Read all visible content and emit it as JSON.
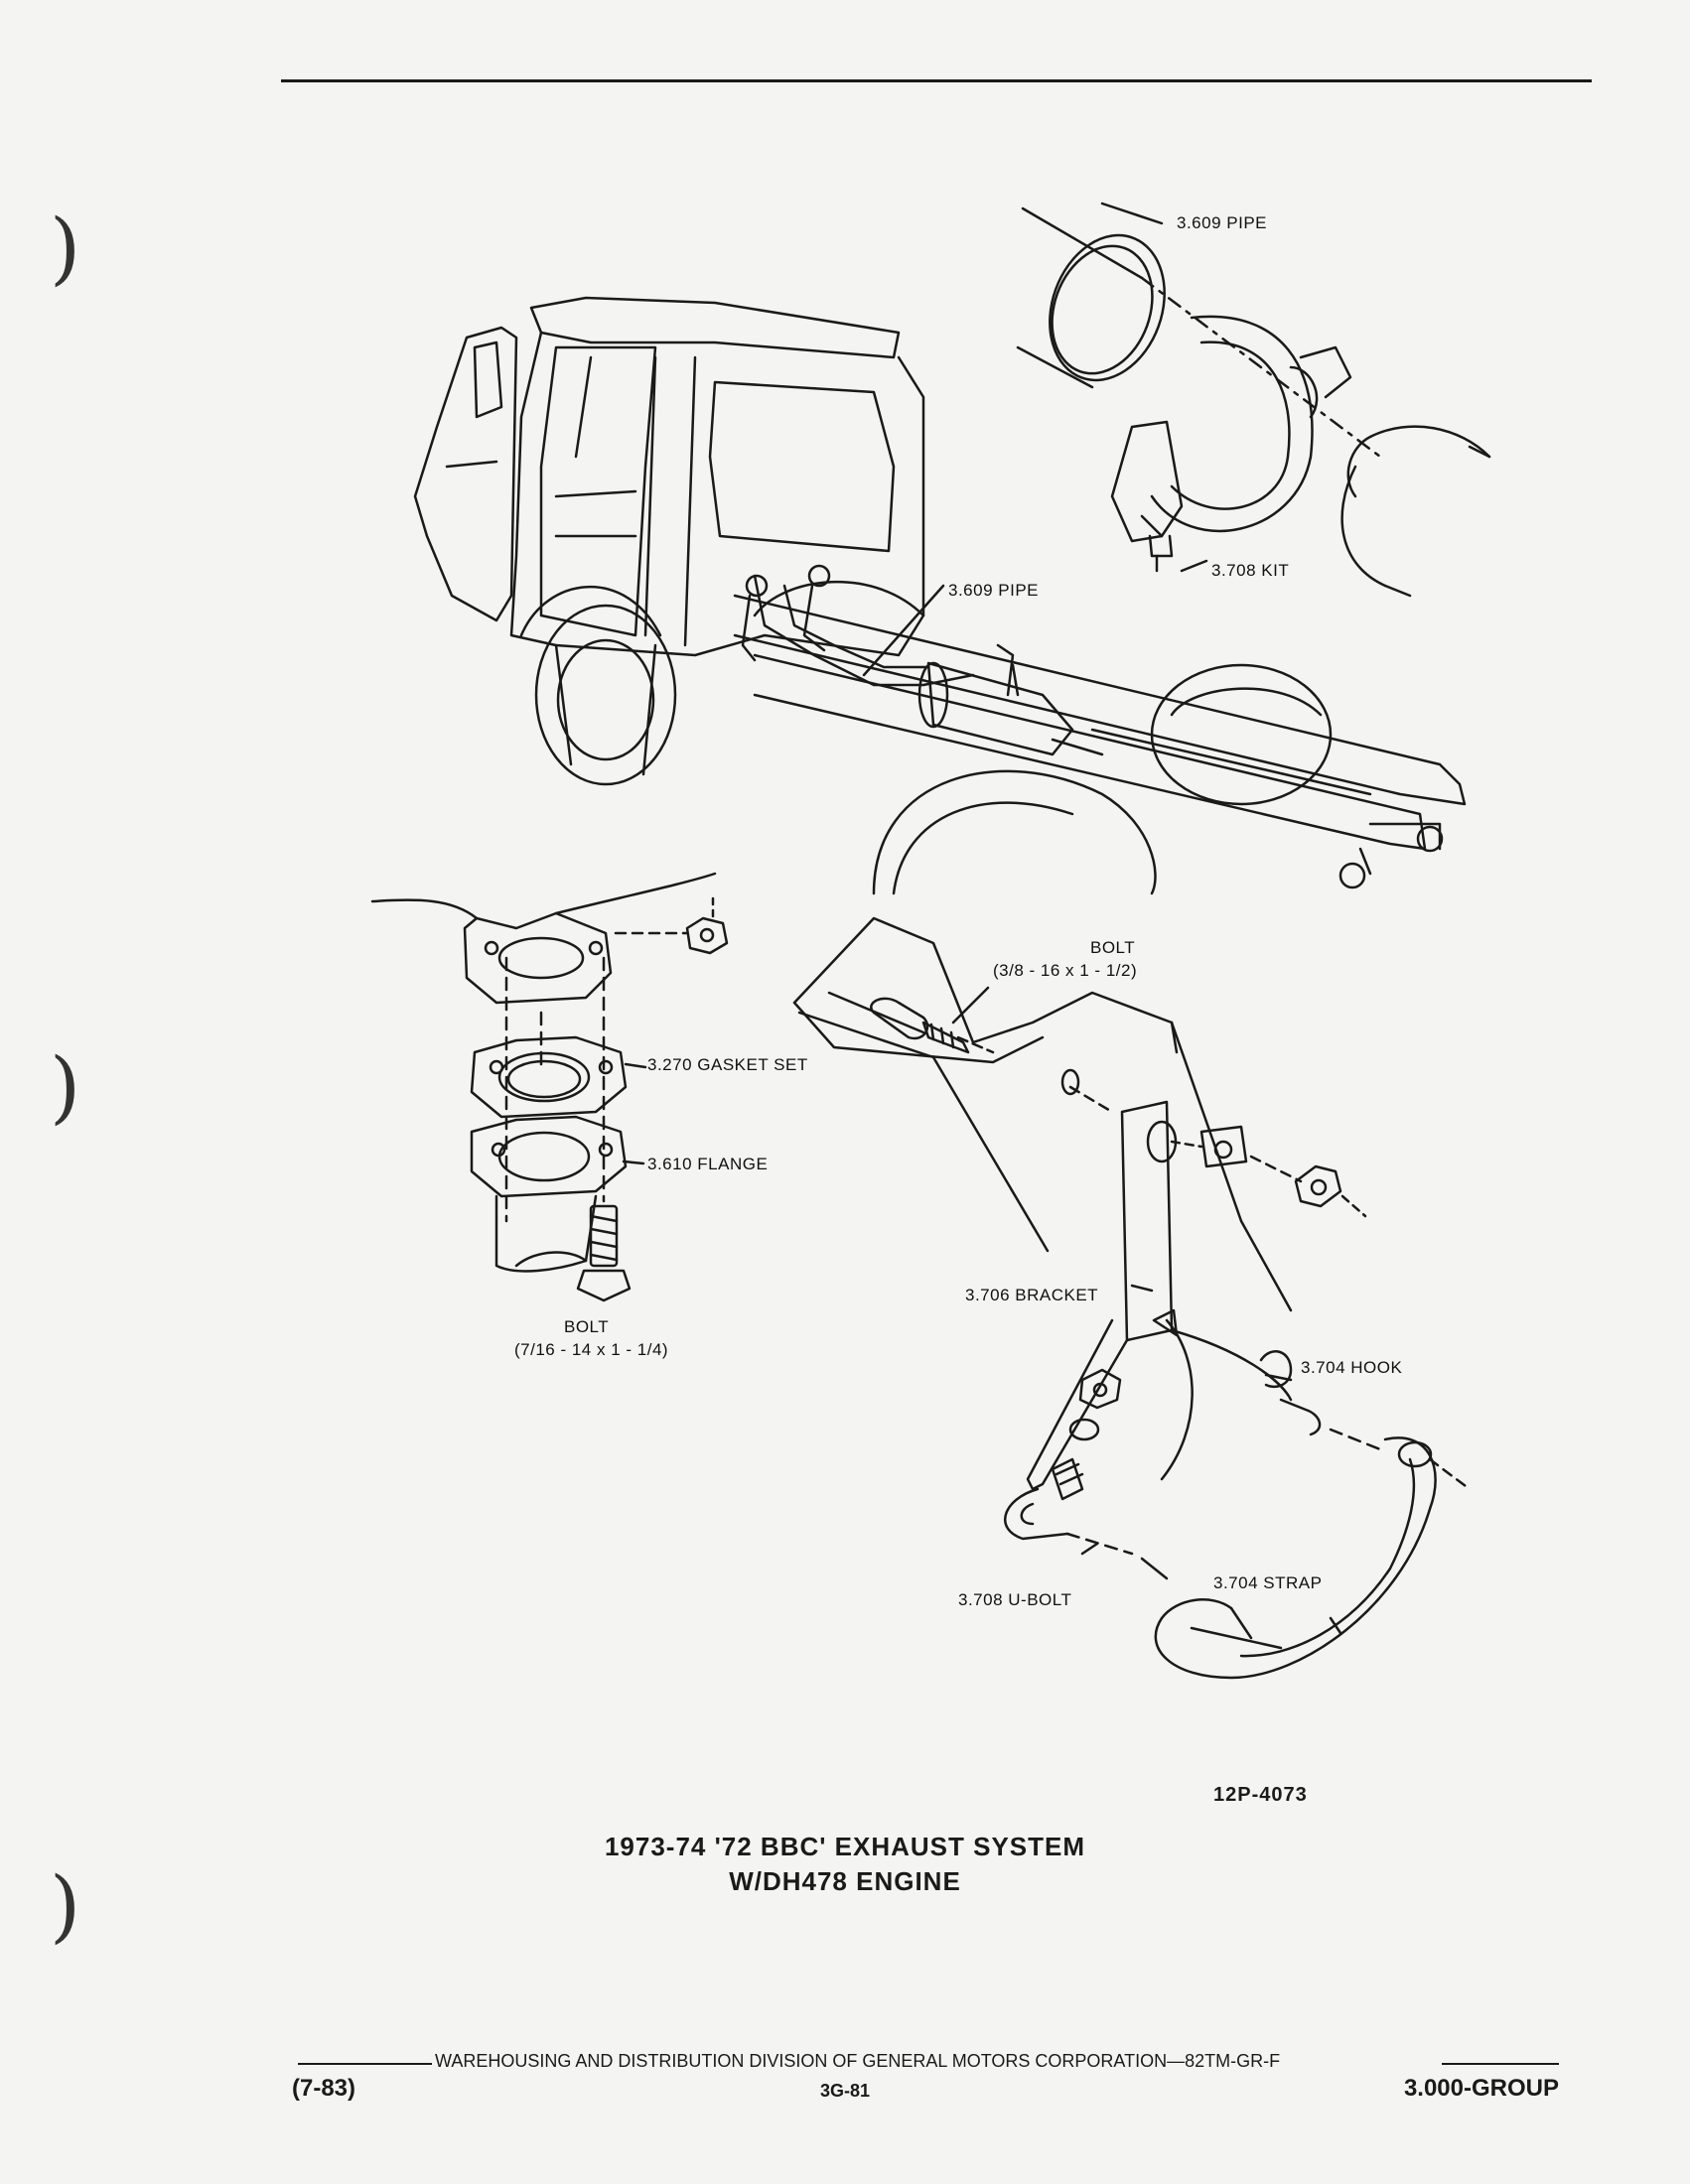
{
  "labels": {
    "pipe_top": "3.609 PIPE",
    "kit": "3.708 KIT",
    "pipe_mid": "3.609 PIPE",
    "bolt_right_title": "BOLT",
    "bolt_right_size": "(3/8 - 16 x 1 - 1/2)",
    "gasket_set": "3.270 GASKET SET",
    "flange": "3.610 FLANGE",
    "bolt_left_title": "BOLT",
    "bolt_left_size": "(7/16 - 14 x 1 - 1/4)",
    "bracket": "3.706 BRACKET",
    "hook": "3.704 HOOK",
    "strap": "3.704 STRAP",
    "ubolt": "3.708 U-BOLT"
  },
  "figure_ref": "12P-4073",
  "caption": {
    "line1": "1973-74 '72 BBC' EXHAUST SYSTEM",
    "line2": "W/DH478 ENGINE"
  },
  "footer": {
    "center_line": "WAREHOUSING AND DISTRIBUTION  DIVISION OF GENERAL MOTORS CORPORATION—82TM-GR-F",
    "left": "(7-83)",
    "page": "3G-81",
    "right": "3.000-GROUP"
  },
  "binder_marks": [
    ")",
    ")",
    ")"
  ]
}
